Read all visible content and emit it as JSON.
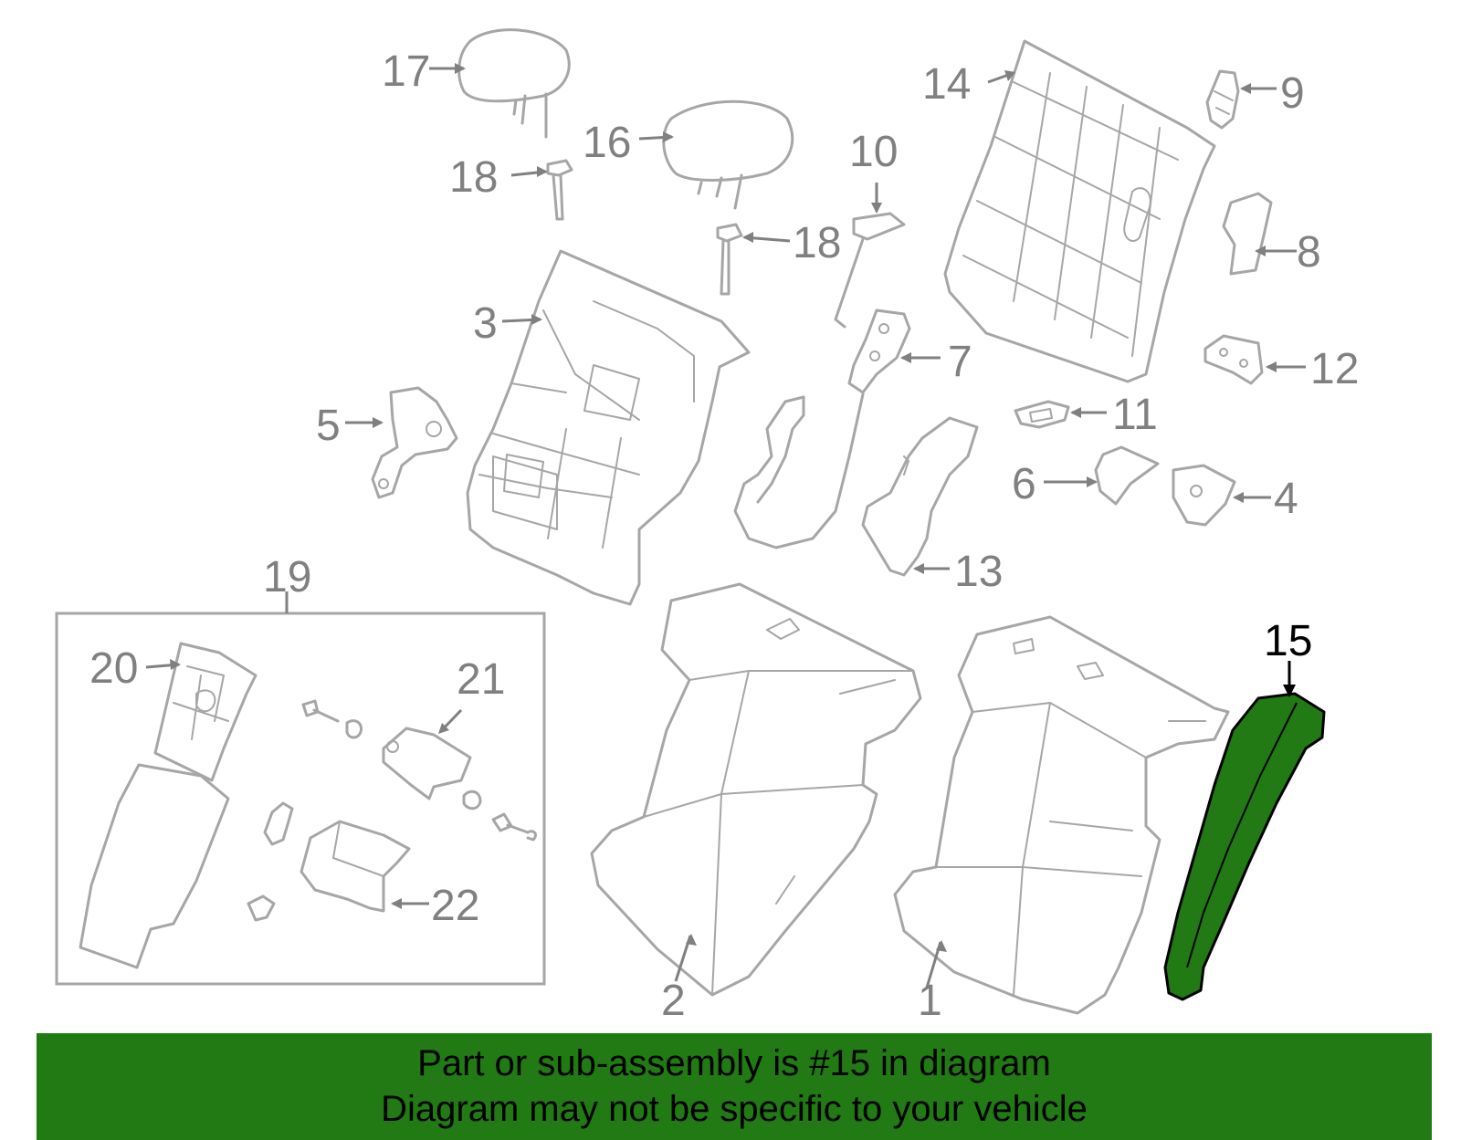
{
  "callouts": [
    {
      "id": "1",
      "label": "1"
    },
    {
      "id": "2",
      "label": "2"
    },
    {
      "id": "3",
      "label": "3"
    },
    {
      "id": "4",
      "label": "4"
    },
    {
      "id": "5",
      "label": "5"
    },
    {
      "id": "6",
      "label": "6"
    },
    {
      "id": "7",
      "label": "7"
    },
    {
      "id": "8",
      "label": "8"
    },
    {
      "id": "9",
      "label": "9"
    },
    {
      "id": "10",
      "label": "10"
    },
    {
      "id": "11",
      "label": "11"
    },
    {
      "id": "12",
      "label": "12"
    },
    {
      "id": "13",
      "label": "13"
    },
    {
      "id": "14",
      "label": "14"
    },
    {
      "id": "15",
      "label": "15"
    },
    {
      "id": "16",
      "label": "16"
    },
    {
      "id": "17",
      "label": "17"
    },
    {
      "id": "18a",
      "label": "18"
    },
    {
      "id": "18b",
      "label": "18"
    },
    {
      "id": "19",
      "label": "19"
    },
    {
      "id": "20",
      "label": "20"
    },
    {
      "id": "21",
      "label": "21"
    },
    {
      "id": "22",
      "label": "22"
    }
  ],
  "highlight": {
    "part_number": "15",
    "fill_color": "#217a14"
  },
  "colors": {
    "line_art": "#a6a6a6",
    "callout_text": "#808080",
    "highlight_text": "#000000",
    "banner_bg": "#217a14"
  },
  "banner": {
    "line1": "Part or sub-assembly is #15 in diagram",
    "line2": "Diagram may not be specific to your vehicle"
  }
}
